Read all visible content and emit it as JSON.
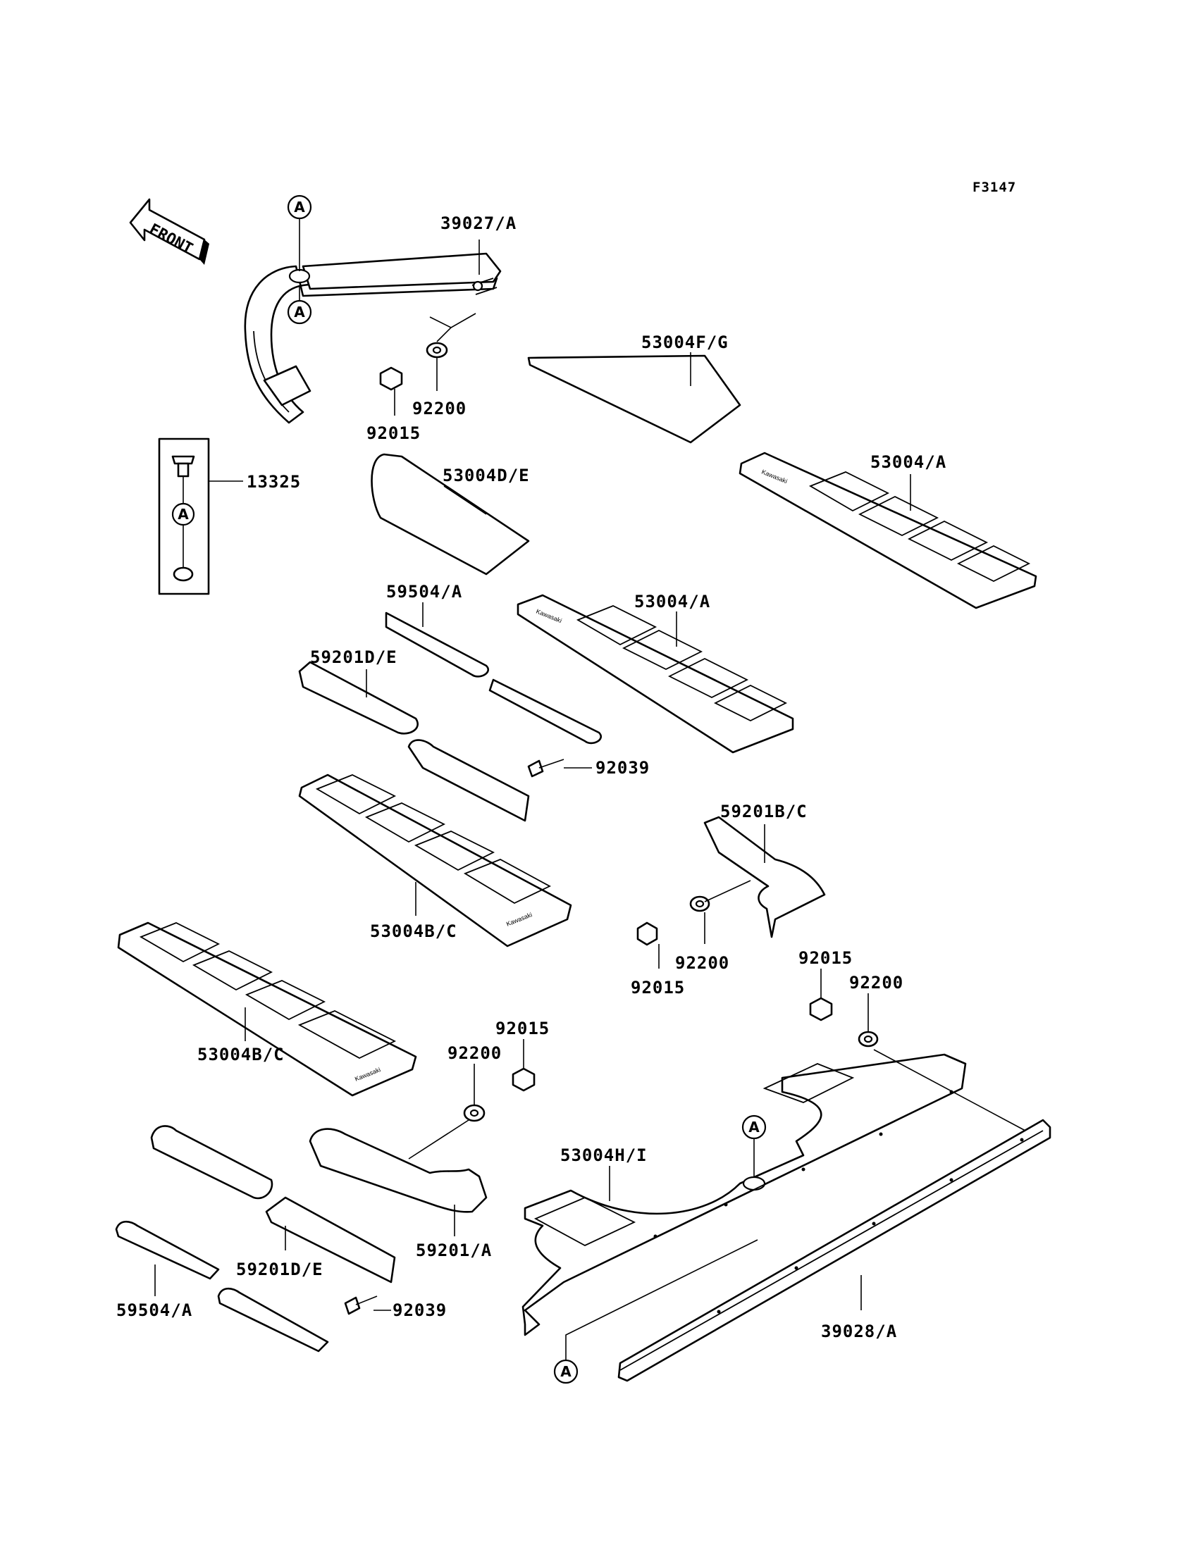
{
  "diagram": {
    "figure_code": "F3147",
    "front_label": "FRONT",
    "ref_marker": "A",
    "labels": {
      "p39027": "39027/A",
      "p92200_top": "92200",
      "p92015_top": "92015",
      "p53004fg": "53004F/G",
      "p13325": "13325",
      "p53004de": "53004D/E",
      "p53004a_right": "53004/A",
      "p59504a_top": "59504/A",
      "p53004a_mid": "53004/A",
      "p59201de_top": "59201D/E",
      "p92039_top": "92039",
      "p59201bc": "59201B/C",
      "p53004bc_mid": "53004B/C",
      "p92200_mid": "92200",
      "p92015_mid": "92015",
      "p92015_right": "92015",
      "p92200_right": "92200",
      "p53004bc_left": "53004B/C",
      "p92015_low": "92015",
      "p92200_low": "92200",
      "p53004hi": "53004H/I",
      "p59201a": "59201/A",
      "p59201de_low": "59201D/E",
      "p59504a_low": "59504/A",
      "p92039_low": "92039",
      "p39028": "39028/A"
    }
  }
}
